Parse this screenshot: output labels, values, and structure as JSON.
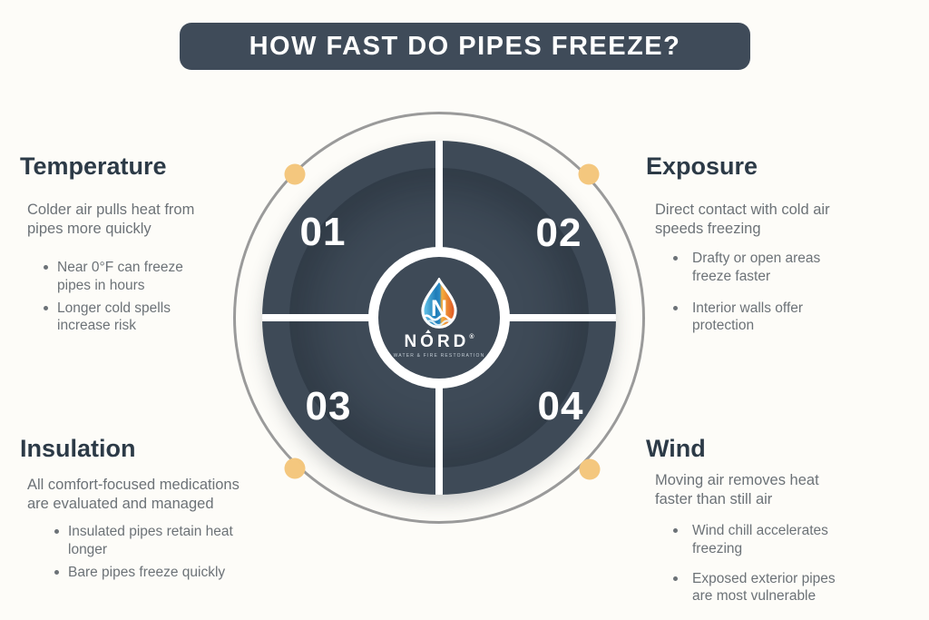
{
  "header": {
    "title": "HOW FAST DO PIPES FREEZE?"
  },
  "logo": {
    "name": "NORD",
    "registered": "®",
    "tagline": "WATER & FIRE RESTORATION",
    "icon": "water-fire-droplet-icon"
  },
  "colors": {
    "slate": "#3E4A57",
    "banner": "#3F4B59",
    "heading": "#2C3A47",
    "body_text": "#6C7277",
    "accent_dot": "#F4C77E",
    "outer_ring": "#9A9A9A",
    "background": "#FDFCF8"
  },
  "sections": [
    {
      "id": "temperature",
      "number": "01",
      "title": "Temperature",
      "subtitle": "Colder air pulls heat from\npipes more quickly",
      "bullets": [
        "Near 0°F can freeze\npipes in hours",
        "Longer cold spells\nincrease risk"
      ]
    },
    {
      "id": "exposure",
      "number": "02",
      "title": "Exposure",
      "subtitle": "Direct contact with cold air\nspeeds freezing",
      "bullets": [
        "Drafty or open areas\nfreeze faster",
        "Interior walls offer\nprotection"
      ]
    },
    {
      "id": "insulation",
      "number": "03",
      "title": "Insulation",
      "subtitle": "All comfort-focused medications\nare evaluated and managed",
      "bullets": [
        "Insulated pipes retain heat\nlonger",
        "Bare pipes freeze quickly"
      ]
    },
    {
      "id": "wind",
      "number": "04",
      "title": "Wind",
      "subtitle": "Moving air removes heat\nfaster than still air",
      "bullets": [
        "Wind chill accelerates\nfreezing",
        "Exposed exterior pipes\nare most vulnerable"
      ]
    }
  ]
}
